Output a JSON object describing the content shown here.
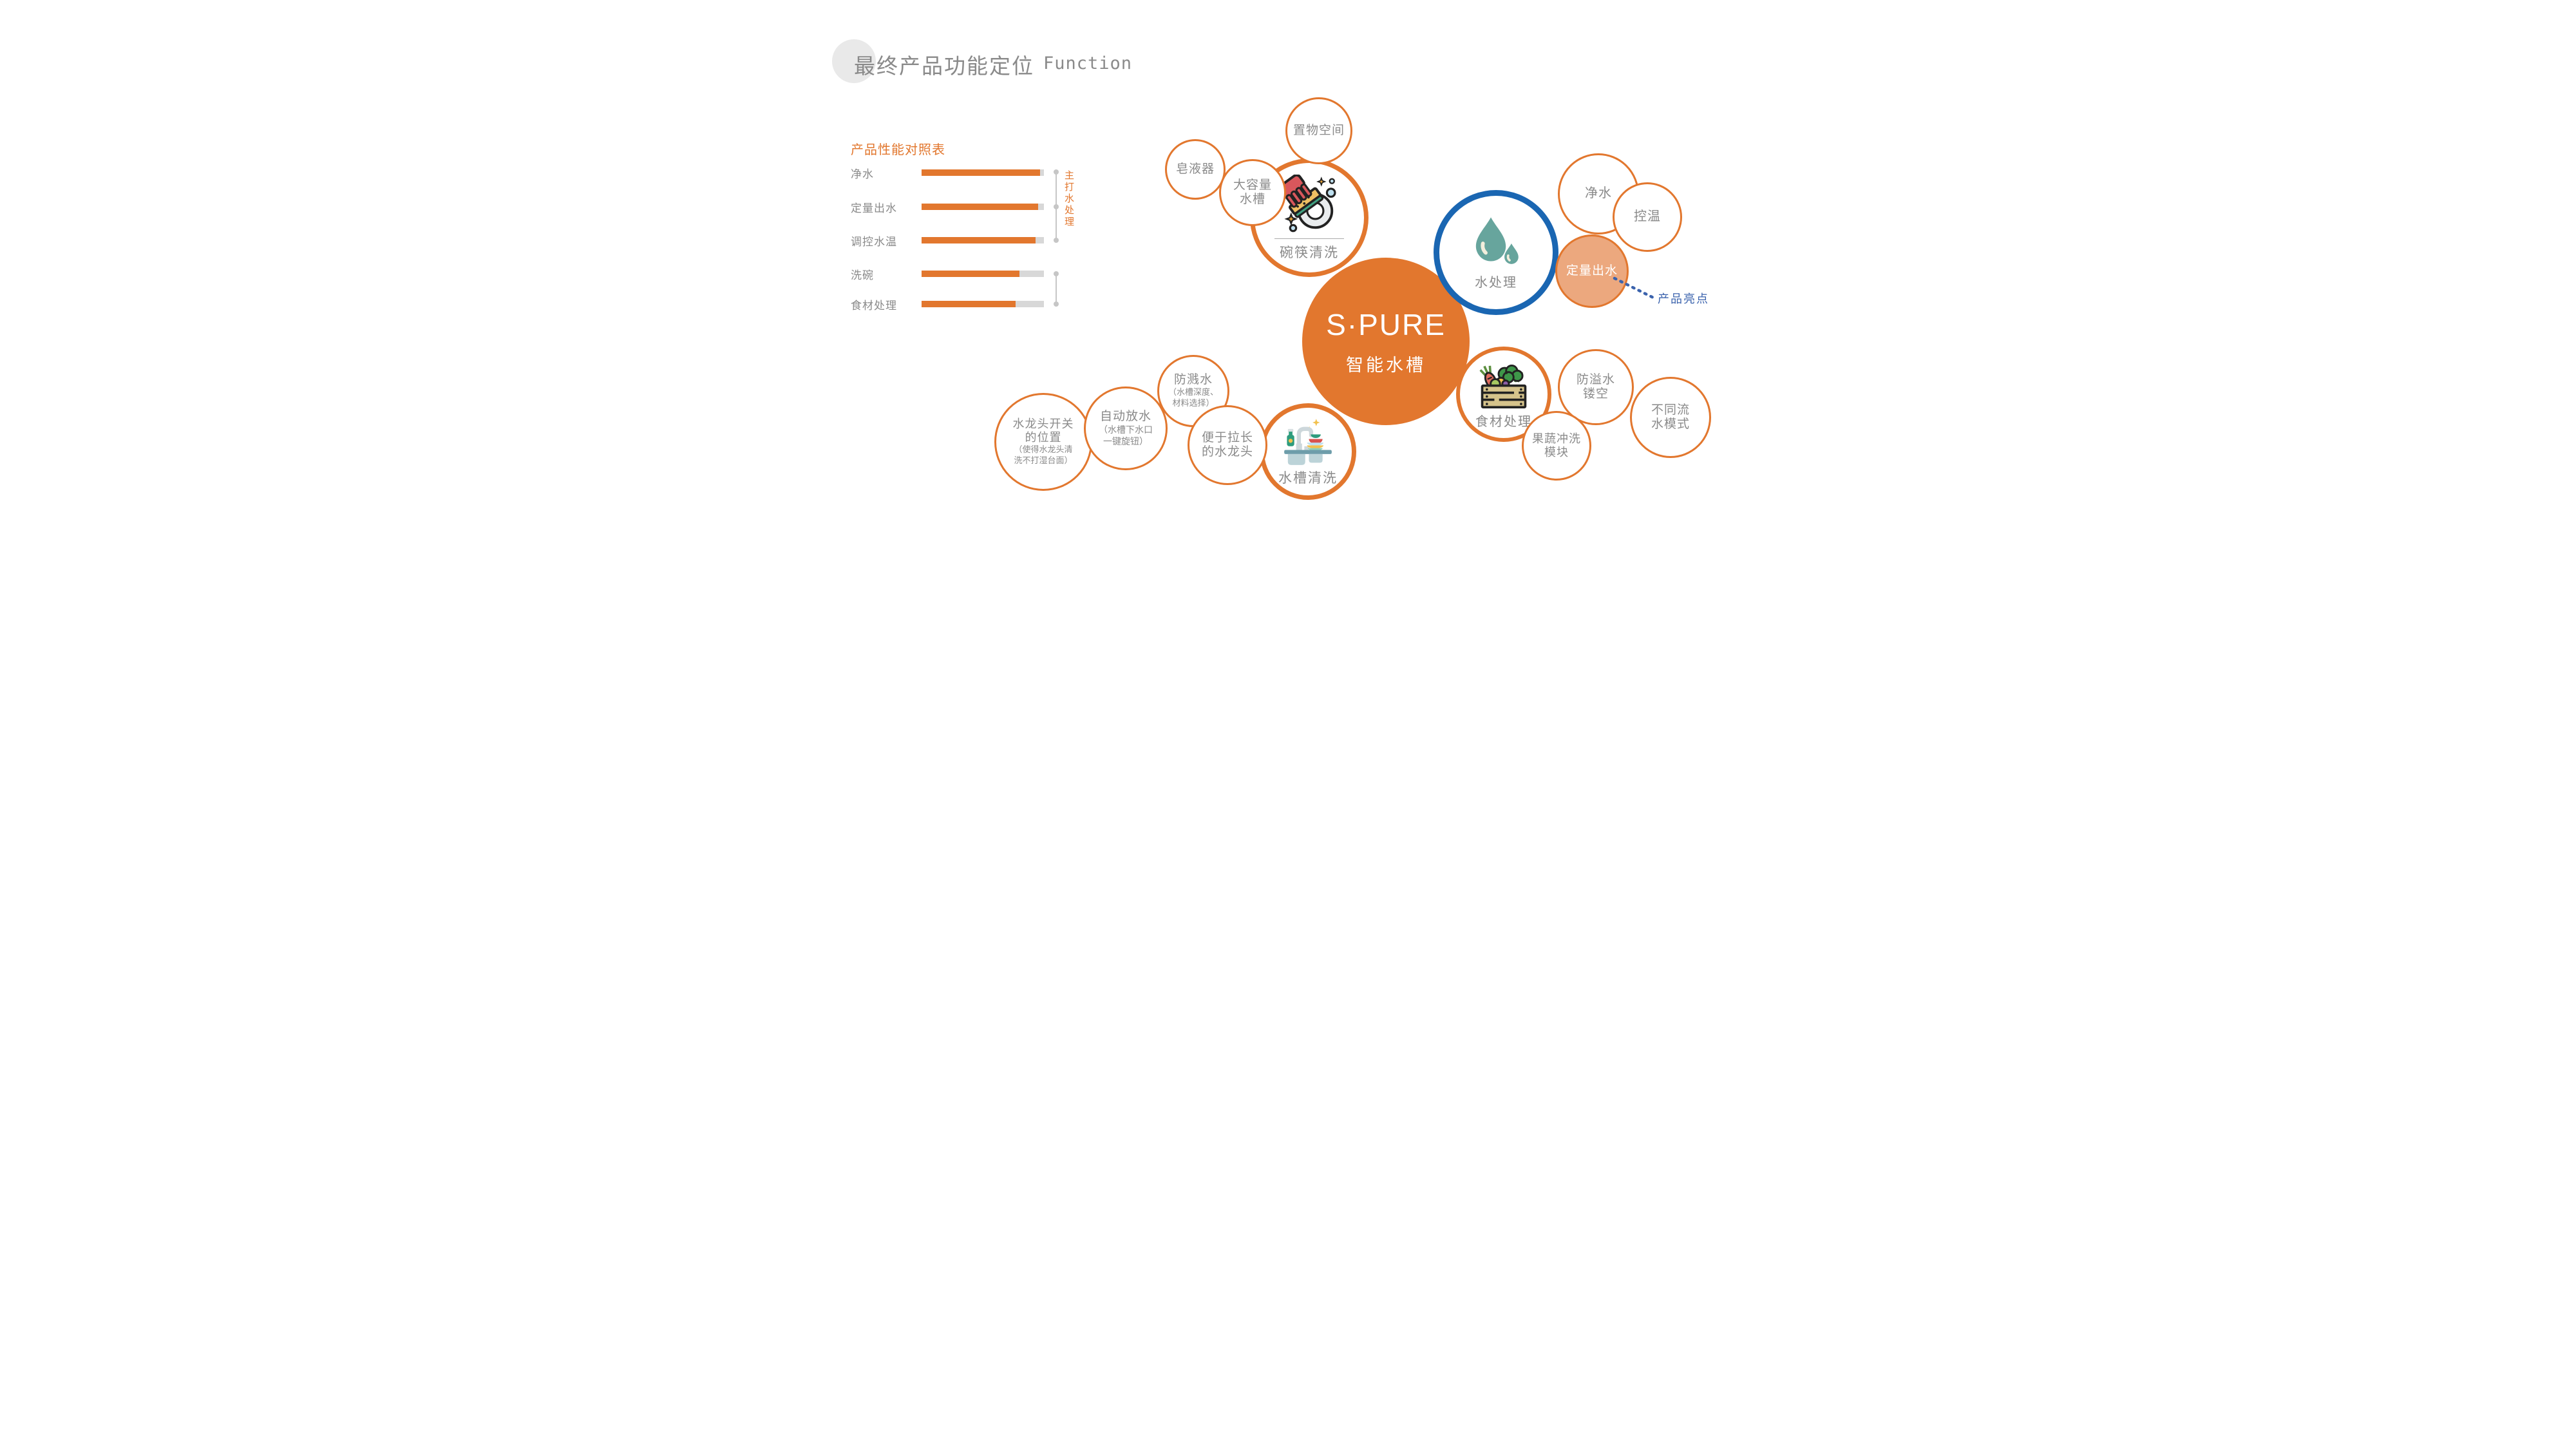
{
  "header": {
    "title_zh": "最终产品功能定位",
    "title_en": "Function"
  },
  "chart": {
    "title": "产品性能对照表",
    "rows": [
      {
        "label": "净水",
        "value": 0.97
      },
      {
        "label": "定量出水",
        "value": 0.95
      },
      {
        "label": "调控水温",
        "value": 0.93
      },
      {
        "label": "洗碗",
        "value": 0.8
      },
      {
        "label": "食材处理",
        "value": 0.77
      }
    ],
    "bracket_label": "主打水处理"
  },
  "map": {
    "center": {
      "brand": "S·PURE",
      "subtitle": "智能水槽"
    },
    "callout_label": "产品亮点",
    "nodes": {
      "zhiwu": {
        "label": "置物空间"
      },
      "zaoye": {
        "label": "皂液器"
      },
      "darongliang": {
        "line1": "大容量",
        "line2": "水槽"
      },
      "wankuai": {
        "label": "碗筷清洗"
      },
      "shuichuli": {
        "label": "水处理"
      },
      "jingshui": {
        "label": "净水"
      },
      "kongwen": {
        "label": "控温"
      },
      "dingliang": {
        "label": "定量出水"
      },
      "shicai": {
        "label": "食材处理"
      },
      "fangyishui": {
        "line1": "防溢水",
        "line2": "镂空"
      },
      "butongliushui": {
        "line1": "不同流",
        "line2": "水模式"
      },
      "guoshu": {
        "line1": "果蔬冲洗",
        "line2": "模块"
      },
      "fangjianshui": {
        "label": "防溅水",
        "sub1": "（水槽深度、",
        "sub2": "材料选择）"
      },
      "zidongfangshui": {
        "label": "自动放水",
        "sub1": "（水槽下水口",
        "sub2": "一键旋钮）"
      },
      "longtoukaiguan": {
        "line1": "水龙头开关",
        "line2": "的位置",
        "sub1": "（使得水龙头清",
        "sub2": "洗不打湿台面）"
      },
      "lachang": {
        "line1": "便于拉长",
        "line2": "的水龙头"
      },
      "shuicaoqingxi": {
        "label": "水槽清洗"
      }
    }
  },
  "icons": {
    "dish": "dish-washing-icon",
    "drops": "water-drops-icon",
    "crate": "vegetable-crate-icon",
    "sink": "sink-cleaning-icon"
  },
  "colors": {
    "accent": "#E2772E",
    "accent_light": "#ECA87E",
    "blue_ring": "#1A66B2",
    "callout_blue": "#3B63AD",
    "text_gray": "#8A8A8A",
    "bar_track": "#D8D8D8",
    "bracket_gray": "#C6C6C6",
    "drop_teal": "#67A59D"
  }
}
